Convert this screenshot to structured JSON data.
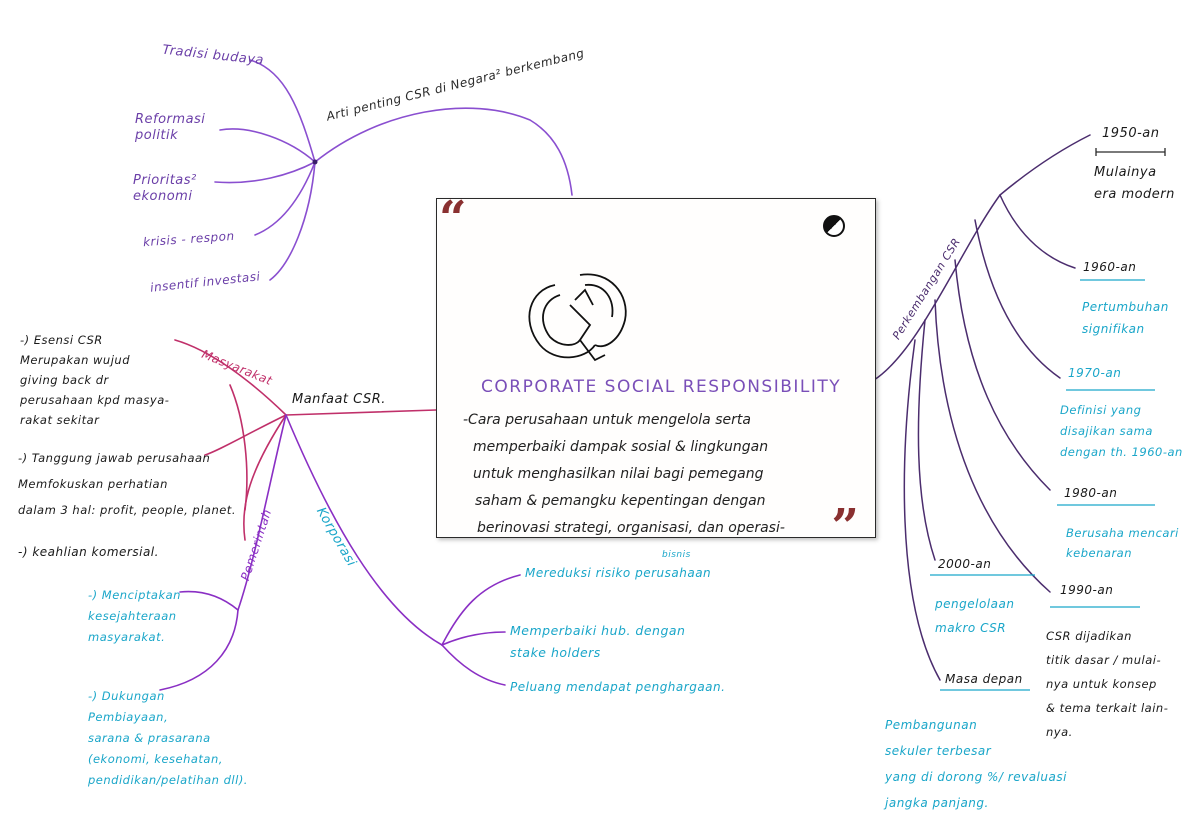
{
  "center": {
    "title": "CORPORATE SOCIAL RESPONSIBILITY",
    "definition_lines": [
      "-Cara perusahaan untuk mengelola serta",
      "memperbaiki dampak sosial & lingkungan",
      "untuk menghasilkan nilai bagi pemegang",
      "saham & pemangku kepentingan dengan",
      "berinovasi strategi, organisasi, dan operasi-"
    ]
  },
  "arti_penting": {
    "label": "Arti penting CSR di Negara² berkembang",
    "items": [
      "Tradisi budaya",
      "Reformasi\npolitik",
      "Prioritas²\nekonomi",
      "krisis - respon",
      "insentif investasi"
    ]
  },
  "manfaat": {
    "label": "Manfaat CSR.",
    "masyarakat": {
      "label": "Masyarakat",
      "items": [
        "-) Esensi CSR\nMerupakan wujud\ngiving back dr\nperusahaan kpd masya-\nrakat sekitar",
        "-) Tanggung jawab perusahaan\nMemfokuskan perhatian\ndalam 3 hal: profit, people, planet.",
        "-) keahlian komersial."
      ]
    },
    "pemerintah": {
      "label": "Pemerintah",
      "items": [
        "-) Menciptakan\nkesejahteraan\nmasyarakat.",
        "-) Dukungan\nPembiayaan,\nsarana & prasarana\n(ekonomi, kesehatan,\npendidikan/pelatihan dll)."
      ]
    },
    "korporasi": {
      "label": "Korporasi",
      "items": [
        "Mereduksi risiko perusahaan",
        "Memperbaiki hub. dengan\nstake holders",
        "Peluang mendapat penghargaan."
      ],
      "note": "bisnis"
    }
  },
  "perkembangan": {
    "label": "Perkembangan CSR",
    "eras": [
      {
        "period": "1950-an",
        "desc": "Mulainya\nera modern"
      },
      {
        "period": "1960-an",
        "desc": "Pertumbuhan\nsignifikan"
      },
      {
        "period": "1970-an",
        "desc": "Definisi yang\ndisajikan sama\ndengan th. 1960-an"
      },
      {
        "period": "1980-an",
        "desc": "Berusaha mencari\nkebenaran"
      },
      {
        "period": "1990-an",
        "desc": "CSR dijadikan\ntitik dasar / mulai-\nnya untuk konsep\n& tema terkait lain-\nnya."
      },
      {
        "period": "2000-an",
        "desc": "pengelolaan\nmakro CSR"
      },
      {
        "period": "Masa depan",
        "desc": "Pembangunan\nsekuler terbesar\nyang di dorong %/ revaluasi\njangka panjang."
      }
    ]
  },
  "colors": {
    "purple": "#6b3fa8",
    "pink": "#c0306a",
    "teal": "#1aa6c9",
    "violet": "#8a2fc4",
    "branch": "#4b2d6e"
  },
  "icons": [
    "quote-open-icon",
    "quote-close-icon",
    "logo-icon",
    "corner-icon"
  ]
}
